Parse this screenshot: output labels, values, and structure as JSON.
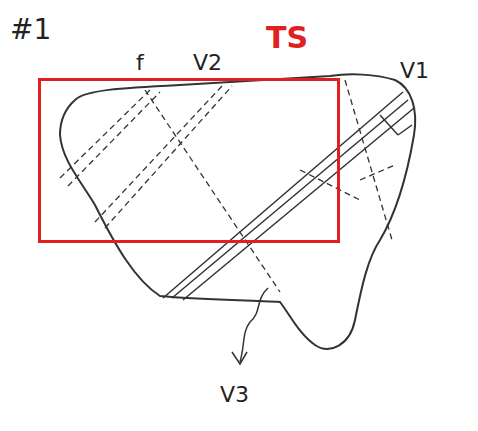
{
  "diagram": {
    "nodes": [
      {
        "text": [
          "TS"
        ]
      }
    ],
    "labels": [
      "#1",
      "f",
      "V2",
      "V1",
      "V3"
    ]
  }
}
